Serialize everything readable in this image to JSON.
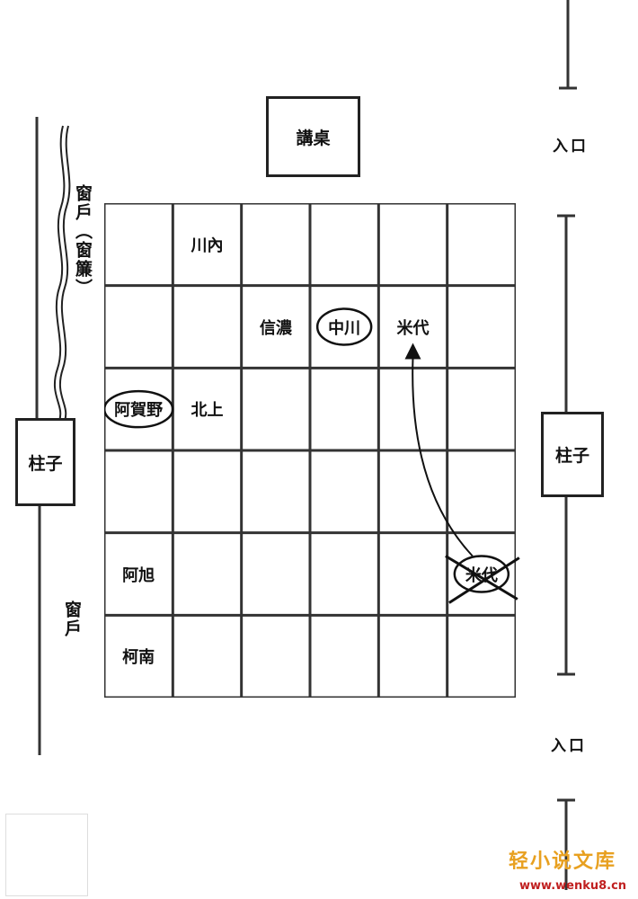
{
  "podium": "講桌",
  "window_top": "窗戶（窗簾）",
  "window_bottom": "窗戶",
  "pillar_left": "柱子",
  "pillar_right": "柱子",
  "entrance_top": "入口",
  "entrance_bottom": "入口",
  "seats": [
    {
      "row": 0,
      "col": 1,
      "name": "川內",
      "circled": false,
      "crossed": false
    },
    {
      "row": 1,
      "col": 2,
      "name": "信濃",
      "circled": false,
      "crossed": false
    },
    {
      "row": 1,
      "col": 3,
      "name": "中川",
      "circled": true,
      "crossed": false
    },
    {
      "row": 1,
      "col": 4,
      "name": "米代",
      "circled": false,
      "crossed": false
    },
    {
      "row": 2,
      "col": 0,
      "name": "阿賀野",
      "circled": true,
      "crossed": false
    },
    {
      "row": 2,
      "col": 1,
      "name": "北上",
      "circled": false,
      "crossed": false
    },
    {
      "row": 4,
      "col": 0,
      "name": "阿旭",
      "circled": false,
      "crossed": false
    },
    {
      "row": 4,
      "col": 5,
      "name": "米代",
      "circled": true,
      "crossed": true
    },
    {
      "row": 5,
      "col": 0,
      "name": "柯南",
      "circled": false,
      "crossed": false
    }
  ],
  "grid": {
    "rows": 6,
    "cols": 6
  },
  "move_arrow": {
    "from": {
      "row": 4,
      "col": 5
    },
    "to": {
      "row": 1,
      "col": 4
    }
  },
  "watermark": {
    "site": "轻小说文库",
    "url": "www.wenku8.cn"
  }
}
